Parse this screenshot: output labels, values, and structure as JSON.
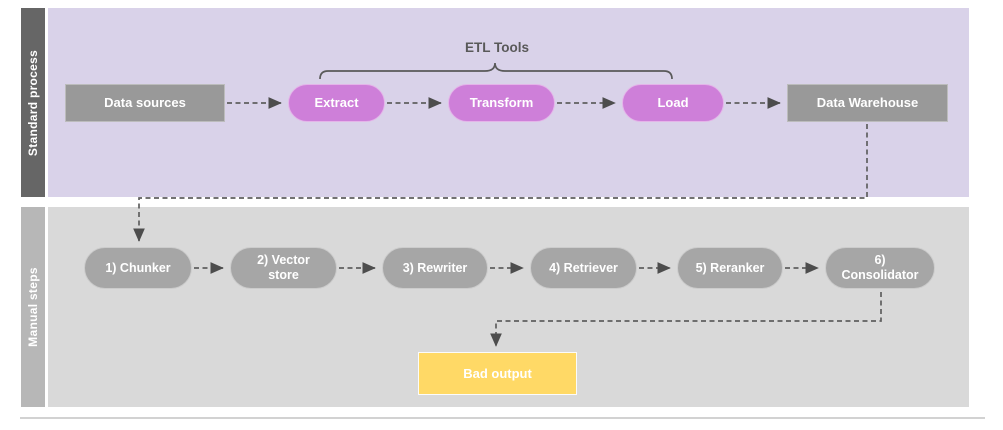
{
  "lanes": {
    "standard": {
      "label": "Standard process"
    },
    "manual": {
      "label": "Manual steps"
    }
  },
  "annotations": {
    "etl_brace_label": "ETL Tools"
  },
  "nodes": {
    "data_sources": {
      "label": "Data sources"
    },
    "extract": {
      "label": "Extract"
    },
    "transform": {
      "label": "Transform"
    },
    "load": {
      "label": "Load"
    },
    "data_warehouse": {
      "label": "Data Warehouse"
    },
    "chunker": {
      "label": "1) Chunker"
    },
    "vector_store": {
      "label": "2) Vector store"
    },
    "rewriter": {
      "label": "3) Rewriter"
    },
    "retriever": {
      "label": "4) Retriever"
    },
    "reranker": {
      "label": "5) Reranker"
    },
    "consolidator": {
      "label": "6) Consolidator"
    },
    "bad_output": {
      "label": "Bad output"
    }
  },
  "colors": {
    "standard_lane_bg": "#d9d2e9",
    "manual_lane_bg": "#d9d9d9",
    "standard_label_bar": "#666666",
    "manual_label_bar": "#b7b7b7",
    "etl_pill": "#ce7fd9",
    "gray_box": "#999999",
    "gray_pill": "#a6a6a6",
    "output_box": "#ffd966",
    "connector": "#5f5f5f"
  }
}
